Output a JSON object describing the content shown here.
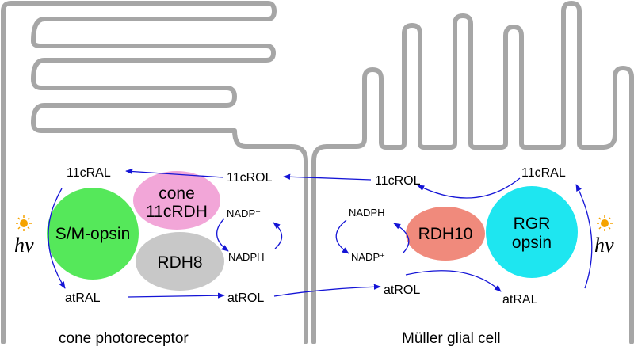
{
  "cone": {
    "caption": "cone photoreceptor",
    "opsin_label": "S/M-opsin",
    "cone_rdh_line1": "cone",
    "cone_rdh_line2": "11cRDH",
    "rdh8_label": "RDH8",
    "cral": "11cRAL",
    "crol": "11cROL",
    "atral": "atRAL",
    "atrol": "atROL",
    "nadp": "NADP⁺",
    "nadph": "NADPH",
    "hv": "hv"
  },
  "muller": {
    "caption": "Müller glial cell",
    "rdh10_label": "RDH10",
    "rgr_line1": "RGR",
    "rgr_line2": "opsin",
    "crol": "11cROL",
    "cral": "11cRAL",
    "atrol": "atROL",
    "atral": "atRAL",
    "nadph": "NADPH",
    "nadp": "NADP⁺",
    "hv": "hv"
  },
  "colors": {
    "membrane": "#a6a6a6",
    "arrow": "#1414d6",
    "sm_opsin": "#55e85a",
    "cone_11crdh": "#f2a6d8",
    "rdh8": "#c8c8c8",
    "rdh10": "#f08a7c",
    "rgr_opsin": "#1ee6f0",
    "sun": "#f5a300"
  }
}
